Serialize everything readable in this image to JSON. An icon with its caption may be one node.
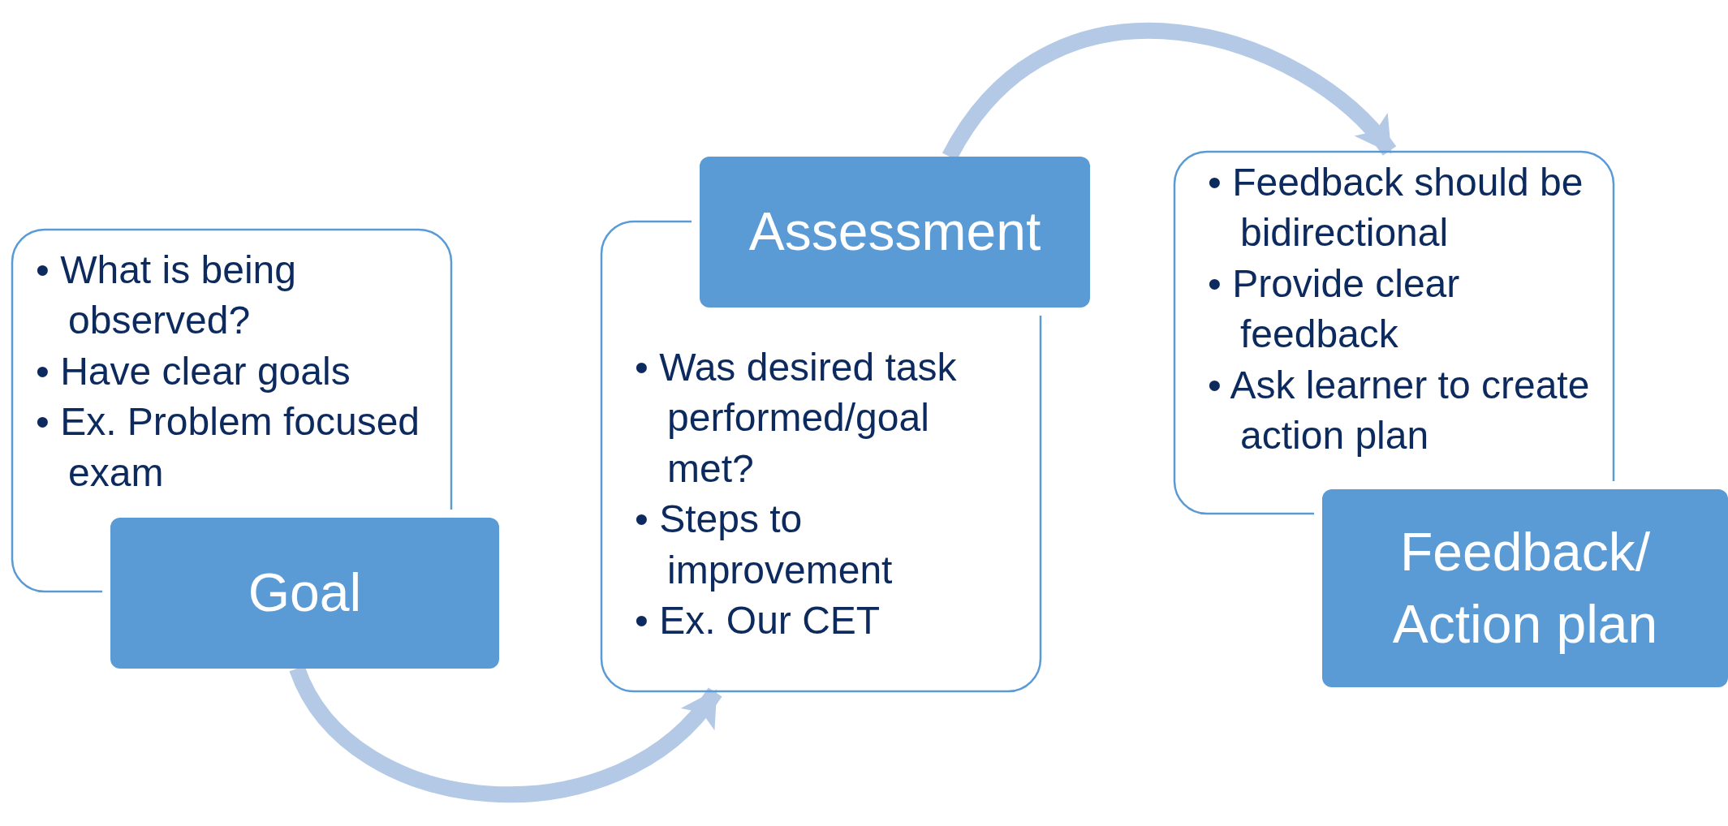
{
  "diagram": {
    "nodes": [
      {
        "text": [
          "• What is being observed?",
          "• Have clear goals",
          "• Ex. Problem focused exam"
        ]
      },
      {
        "text": [
          "Goal"
        ]
      },
      {
        "text": [
          "Assessment"
        ]
      },
      {
        "text": [
          "• Was desired task performed/goal met?",
          "• Steps to improvement",
          "• Ex. Our CET"
        ]
      },
      {
        "text": [
          "• Feedback should be bidirectional",
          "• Provide clear feedback",
          "• Ask learner to create action plan"
        ]
      },
      {
        "text": [
          "Feedback/ Action plan"
        ]
      }
    ],
    "edges": [
      {
        "from": 1,
        "to": 3,
        "arrow": "to",
        "color": "#b4c9e6"
      },
      {
        "from": 2,
        "to": 4,
        "arrow": "to",
        "color": "#b4c9e6"
      }
    ]
  }
}
